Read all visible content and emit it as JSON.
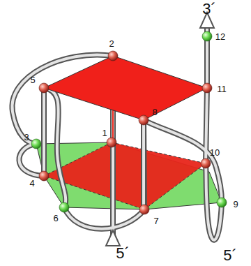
{
  "diagram": {
    "labels": [
      "2",
      "5",
      "11",
      "3",
      "1",
      "8",
      "4",
      "10",
      "6",
      "7",
      "9",
      "12",
      "3´",
      "5´",
      "5´"
    ]
  }
}
